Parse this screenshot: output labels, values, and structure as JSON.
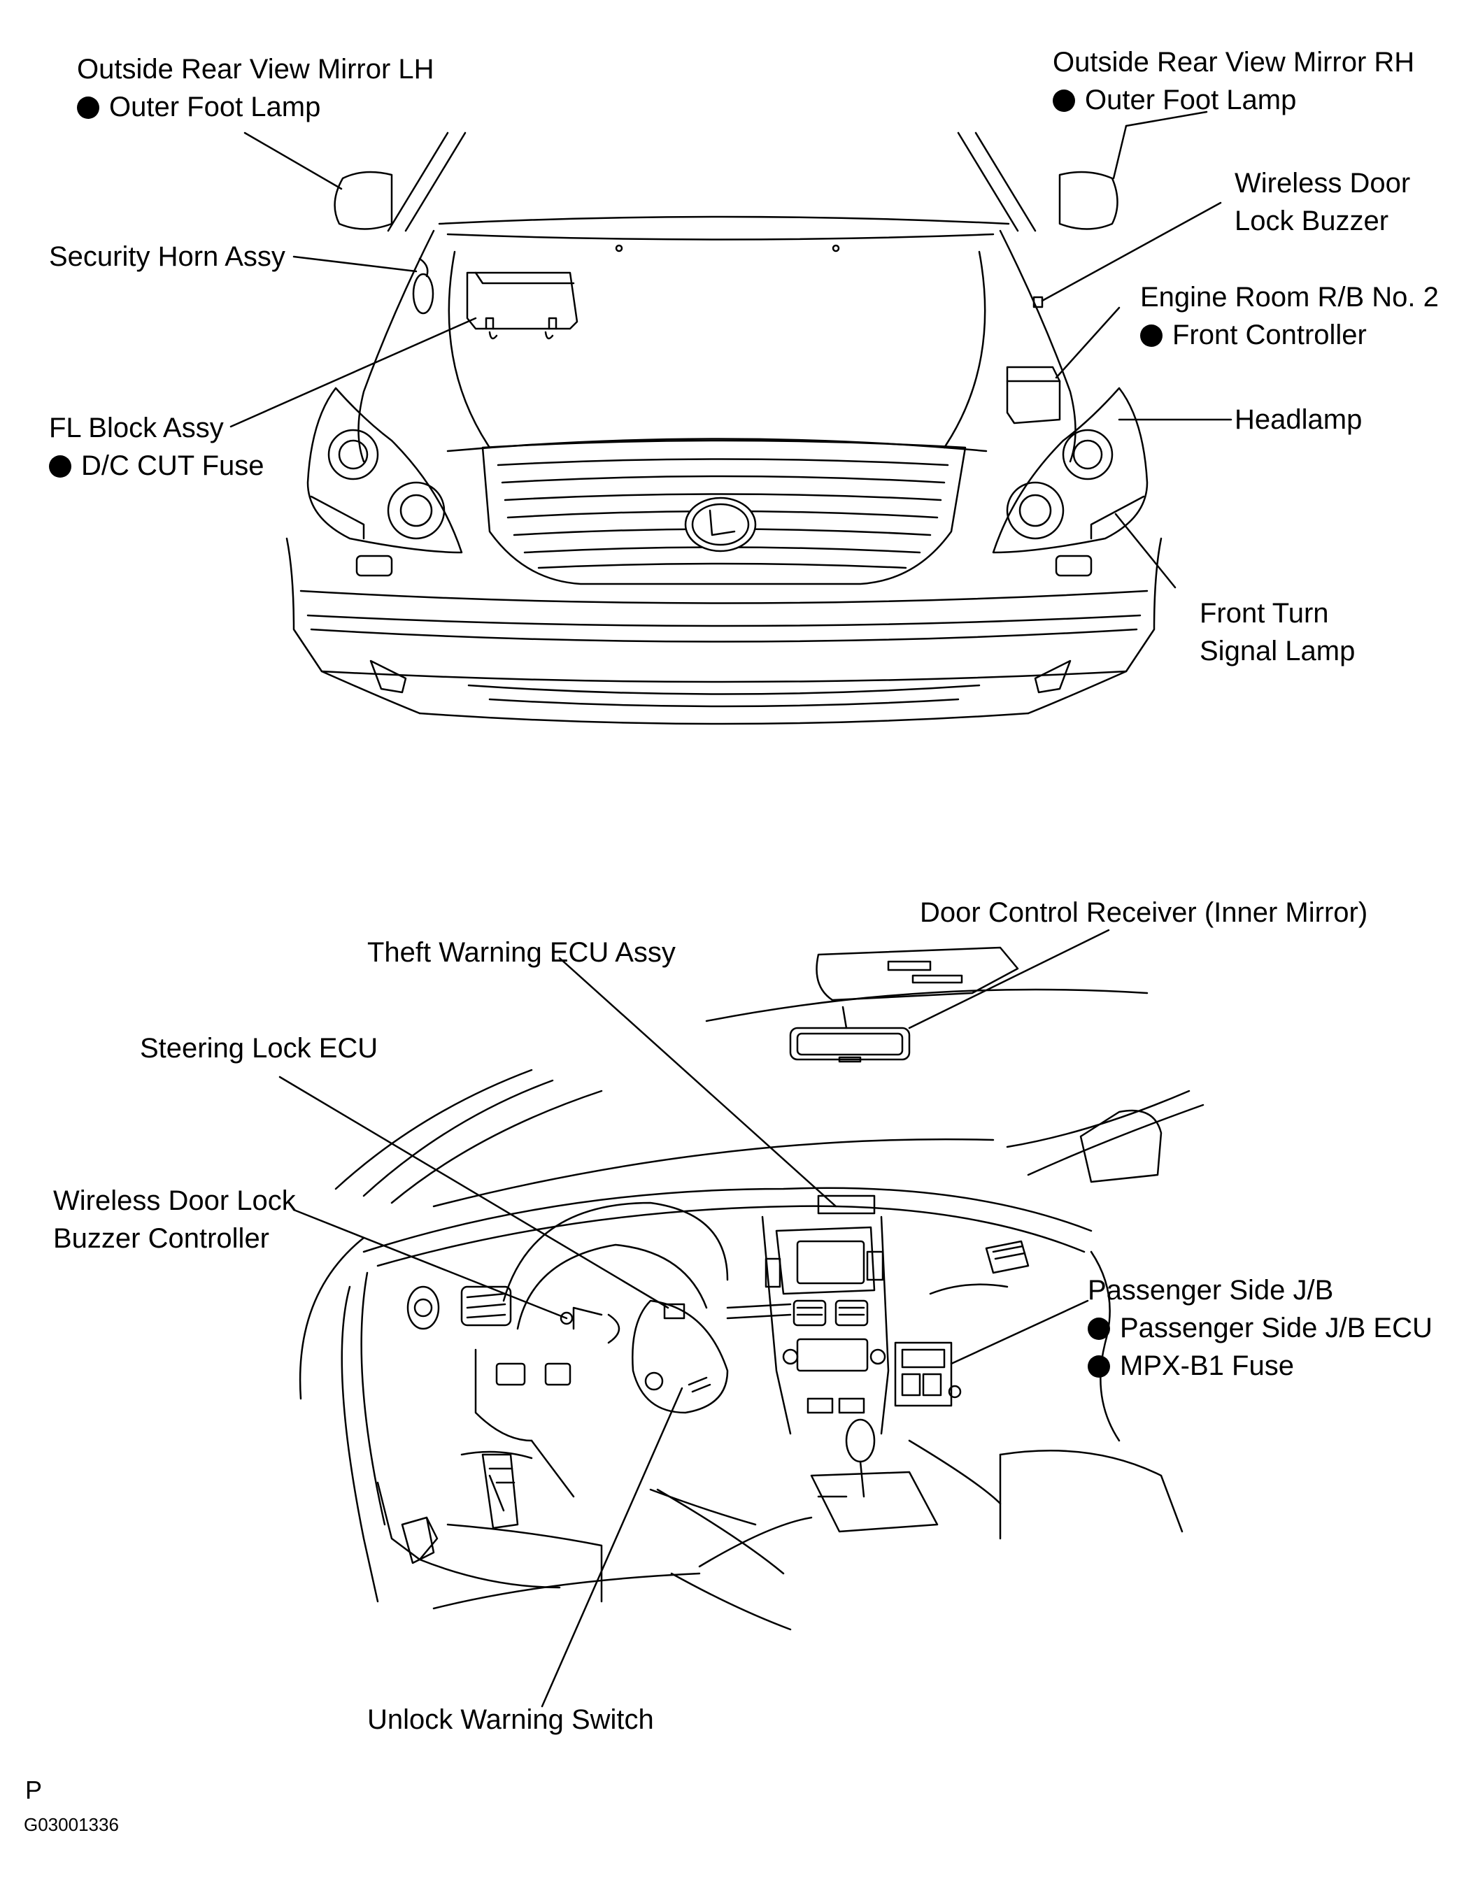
{
  "labels": {
    "mirror_lh": "Outside Rear View Mirror LH",
    "mirror_lh_sub": "Outer Foot Lamp",
    "mirror_rh": "Outside Rear View Mirror RH",
    "mirror_rh_sub": "Outer Foot Lamp",
    "wireless_buzzer_1": "Wireless Door",
    "wireless_buzzer_2": "Lock Buzzer",
    "security_horn": "Security Horn Assy",
    "engine_rb_1": "Engine Room R/B No. 2",
    "engine_rb_2": "Front Controller",
    "fl_block_1": "FL Block Assy",
    "fl_block_2": "D/C CUT Fuse",
    "headlamp": "Headlamp",
    "front_turn_1": "Front Turn",
    "front_turn_2": "Signal Lamp",
    "door_receiver": "Door Control Receiver (Inner Mirror)",
    "theft_ecu": "Theft Warning ECU Assy",
    "steering_lock": "Steering Lock ECU",
    "wireless_ctrl_1": "Wireless Door Lock",
    "wireless_ctrl_2": "Buzzer Controller",
    "passenger_jb": "Passenger Side J/B",
    "passenger_jb_ecu": "Passenger Side J/B ECU",
    "mpx_fuse": "MPX-B1 Fuse",
    "unlock_switch": "Unlock Warning Switch"
  },
  "footer": {
    "letter": "P",
    "code": "G03001336"
  },
  "icons": {
    "bullet": "filled-circle-bullet"
  }
}
